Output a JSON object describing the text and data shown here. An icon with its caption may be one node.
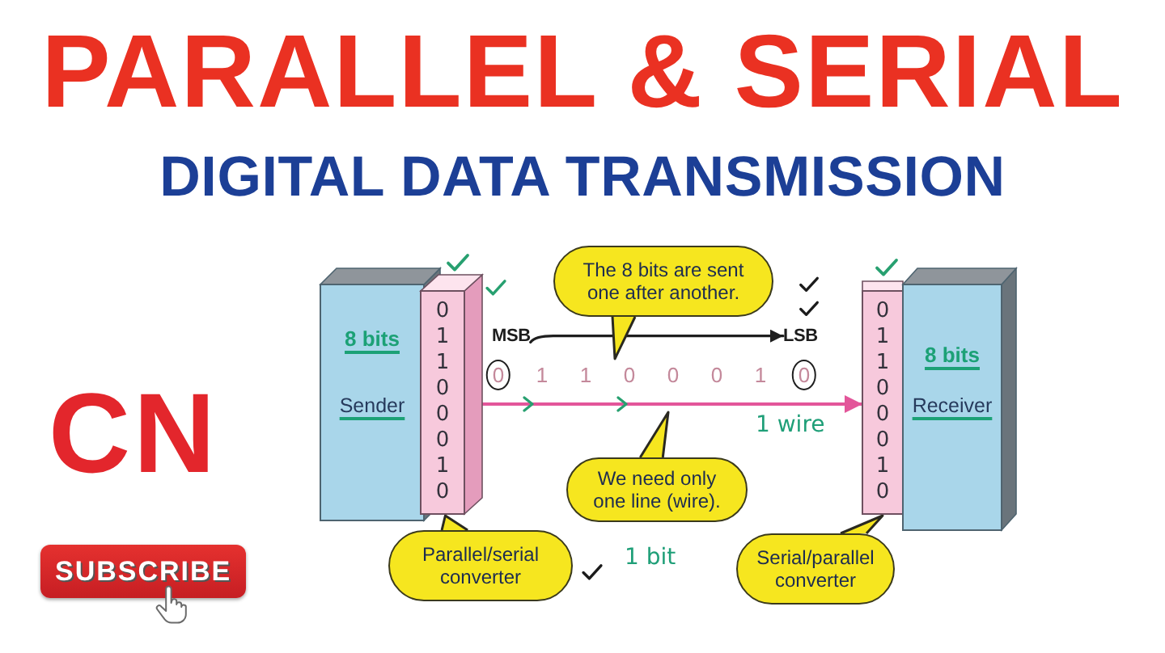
{
  "diagram": {
    "title": "PARALLEL & SERIAL",
    "nodes": [
      {
        "text": [
          "8 bits",
          "Sender"
        ]
      },
      {
        "text": [
          "0 1 1 0 0 0 1 0"
        ]
      },
      {
        "text": [
          "The 8 bits are sent one after another."
        ]
      },
      {
        "text": [
          "MSB"
        ]
      },
      {
        "text": [
          "LSB"
        ]
      },
      {
        "text": [
          "0 1 1 0 0 0 1 0"
        ]
      },
      {
        "text": [
          "8 bits",
          "Receiver"
        ]
      },
      {
        "text": [
          "We need only one line (wire)."
        ]
      },
      {
        "text": [
          "Parallel/serial converter"
        ]
      },
      {
        "text": [
          "Serial/parallel converter"
        ]
      }
    ],
    "edges": [
      {
        "from": 1,
        "to": 5,
        "arrow": "to",
        "color": "#e3569a"
      },
      {
        "from": 3,
        "to": 4,
        "arrow": "to",
        "color": "#1e1e1e"
      },
      {
        "from": 2,
        "to": null,
        "arrow": "to"
      },
      {
        "from": 7,
        "to": null,
        "arrow": "to"
      },
      {
        "from": 8,
        "to": 1,
        "arrow": "to"
      },
      {
        "from": 9,
        "to": 5,
        "arrow": "to"
      }
    ],
    "labels": [
      "DIGITAL DATA TRANSMISSION",
      "0",
      "1",
      "1",
      "0",
      "0",
      "0",
      "1",
      "0",
      "CN",
      "1 wire",
      "SUBSCRIBE",
      "1 bit"
    ]
  }
}
